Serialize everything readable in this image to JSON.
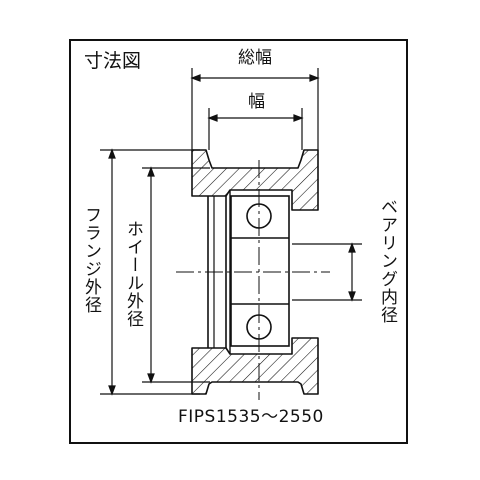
{
  "diagram": {
    "title": "寸法図",
    "labels": {
      "overall_width": "総幅",
      "width": "幅",
      "flange_outer_diameter": "フランジ外径",
      "wheel_outer_diameter": "ホイール外径",
      "bearing_inner_diameter": "ベアリング内径"
    },
    "model": "FIPS1535～2550",
    "colors": {
      "line": "#111111",
      "background": "#ffffff"
    }
  }
}
